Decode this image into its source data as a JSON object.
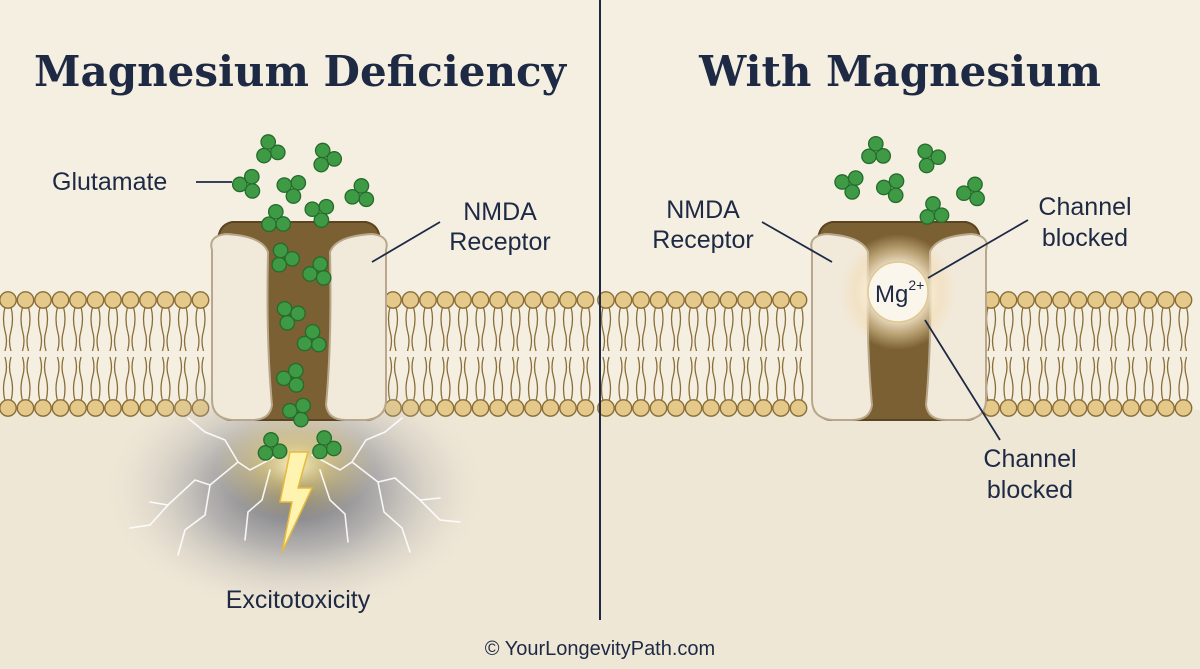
{
  "left_panel": {
    "title": "Magnesium Deficiency",
    "glutamate_label": "Glutamate",
    "receptor_label_line1": "NMDA",
    "receptor_label_line2": "Receptor",
    "outcome_label": "Excitotoxicity"
  },
  "right_panel": {
    "title": "With Magnesium",
    "receptor_label_line1": "NMDA",
    "receptor_label_line2": "Receptor",
    "blocked_top_line1": "Channel",
    "blocked_top_line2": "blocked",
    "blocked_bottom_line1": "Channel",
    "blocked_bottom_line2": "blocked",
    "ion_symbol": "Mg",
    "ion_charge": "2+"
  },
  "footer": {
    "copyright": "© YourLongevityPath.com"
  },
  "colors": {
    "background": "#f5efe2",
    "cytoplasm": "#efe7d6",
    "text": "#1e2a44",
    "glutamate": "#3e9a45",
    "receptor_channel": "#7a6032",
    "receptor_subunit": "#f1e9da",
    "lipid_head": "#e4c98a",
    "lipid_edge": "#8a6e38",
    "divider": "#1e2a44"
  }
}
